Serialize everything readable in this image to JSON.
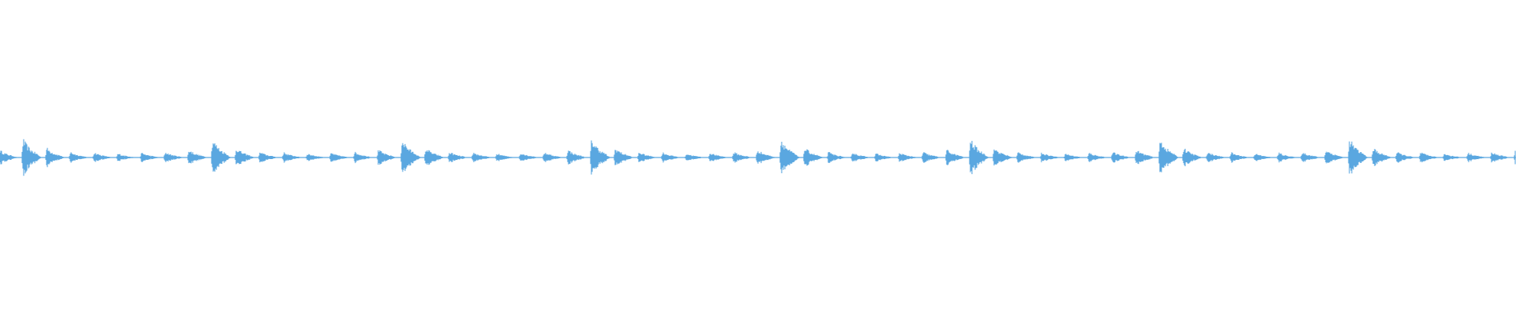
{
  "waveform": {
    "color": "#5aa7e0",
    "background": "#ffffff",
    "cycles": 8,
    "beats_per_cycle": 8,
    "beat_strengths": [
      0.42,
      1.0,
      0.52,
      0.3,
      0.28,
      0.22,
      0.26,
      0.3
    ]
  }
}
